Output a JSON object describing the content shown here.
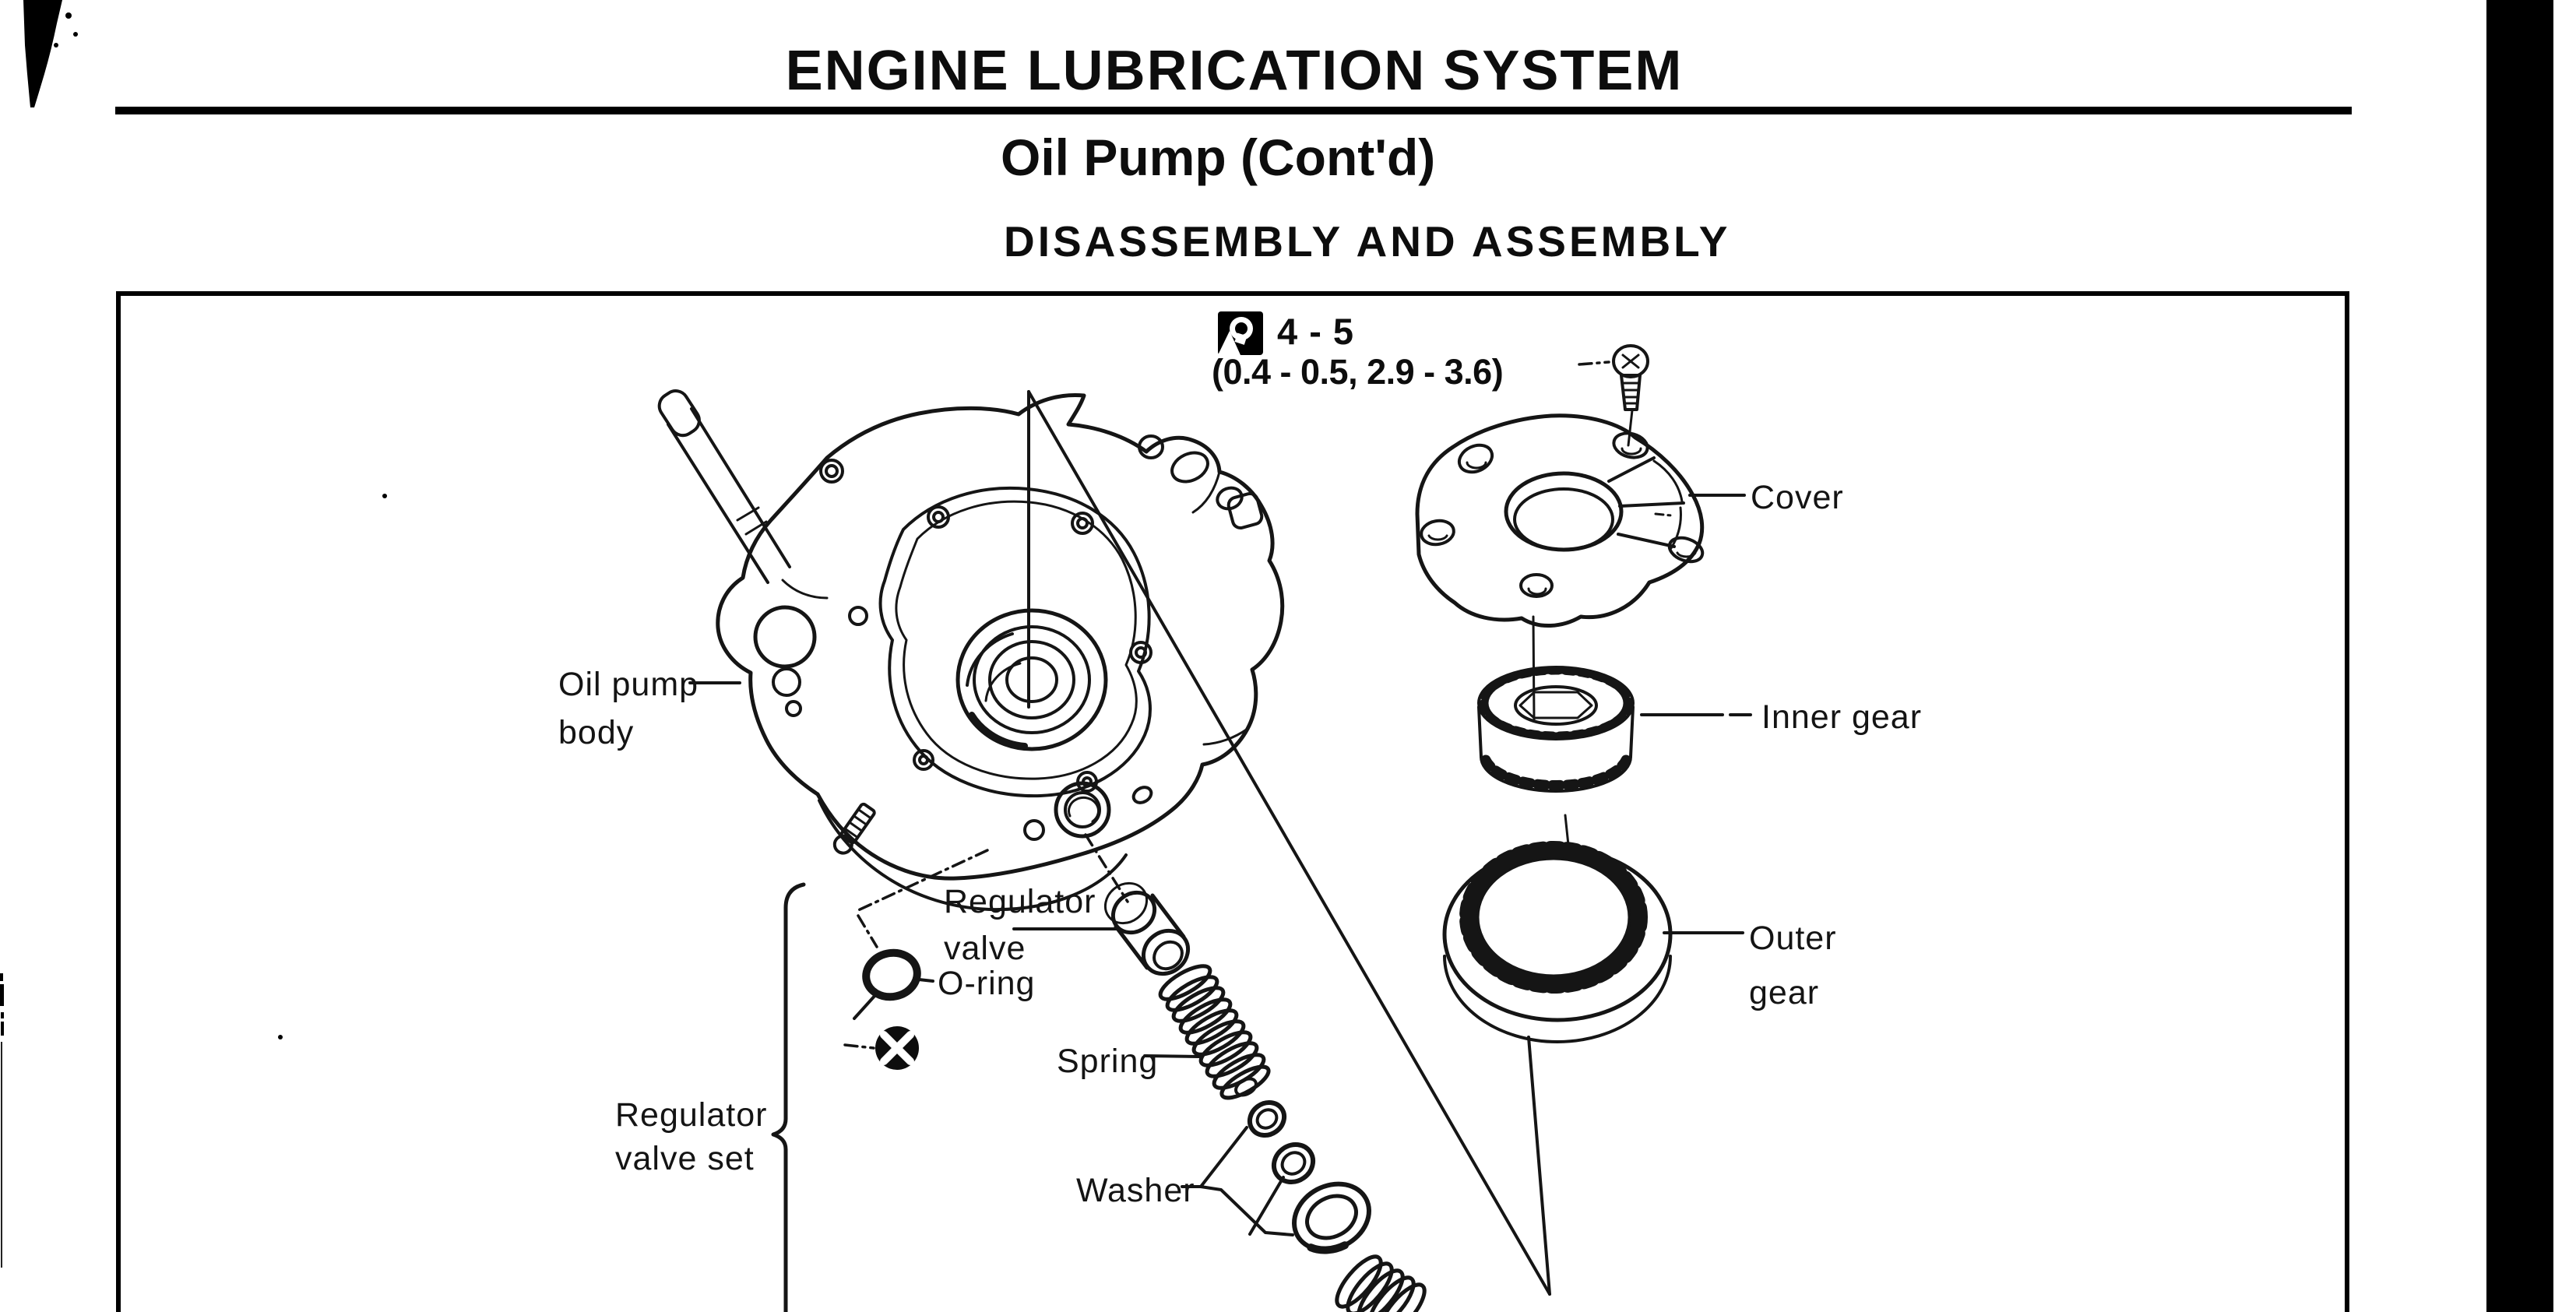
{
  "header": {
    "title": "ENGINE LUBRICATION SYSTEM",
    "subtitle": "Oil Pump (Cont'd)",
    "section": "DISASSEMBLY AND ASSEMBLY"
  },
  "figure": {
    "torque_spec": {
      "icon": "torque-wrench-icon",
      "nm": "4 - 5",
      "kgm_ftlb": "(0.4 - 0.5, 2.9 - 3.6)"
    },
    "parts": {
      "cover": [
        "Cover"
      ],
      "inner_gear": [
        "Inner gear"
      ],
      "outer_gear": [
        "Outer",
        "gear"
      ],
      "oil_pump_body": [
        "Oil pump",
        "body"
      ],
      "regulator_valve": [
        "Regulator",
        "valve"
      ],
      "o_ring": [
        "O-ring"
      ],
      "spring": [
        "Spring"
      ],
      "washer": [
        "Washer"
      ],
      "regulator_valve_set": [
        "Regulator",
        "valve set"
      ]
    }
  },
  "colors": {
    "ink": "#141414",
    "paper": "#ffffff",
    "binding_bar": "#000000"
  }
}
